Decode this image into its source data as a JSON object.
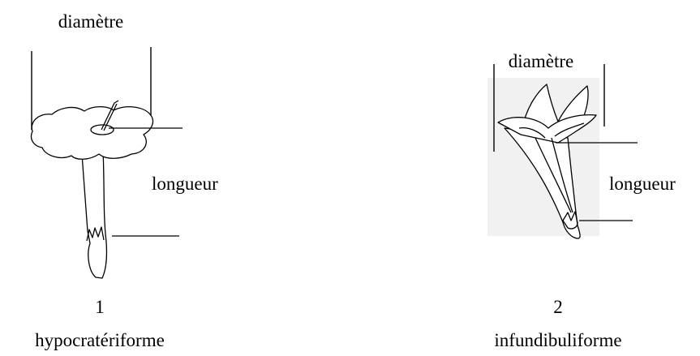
{
  "flowers": [
    {
      "number": "1",
      "type": "hypocratériforme",
      "diameter_label": "diamètre",
      "length_label": "longueur"
    },
    {
      "number": "2",
      "type": "infundibuliforme",
      "diameter_label": "diamètre",
      "length_label": "longueur"
    }
  ],
  "colors": {
    "ink": "#000000",
    "paper": "#ffffff",
    "shade": "#f1f1f1"
  }
}
